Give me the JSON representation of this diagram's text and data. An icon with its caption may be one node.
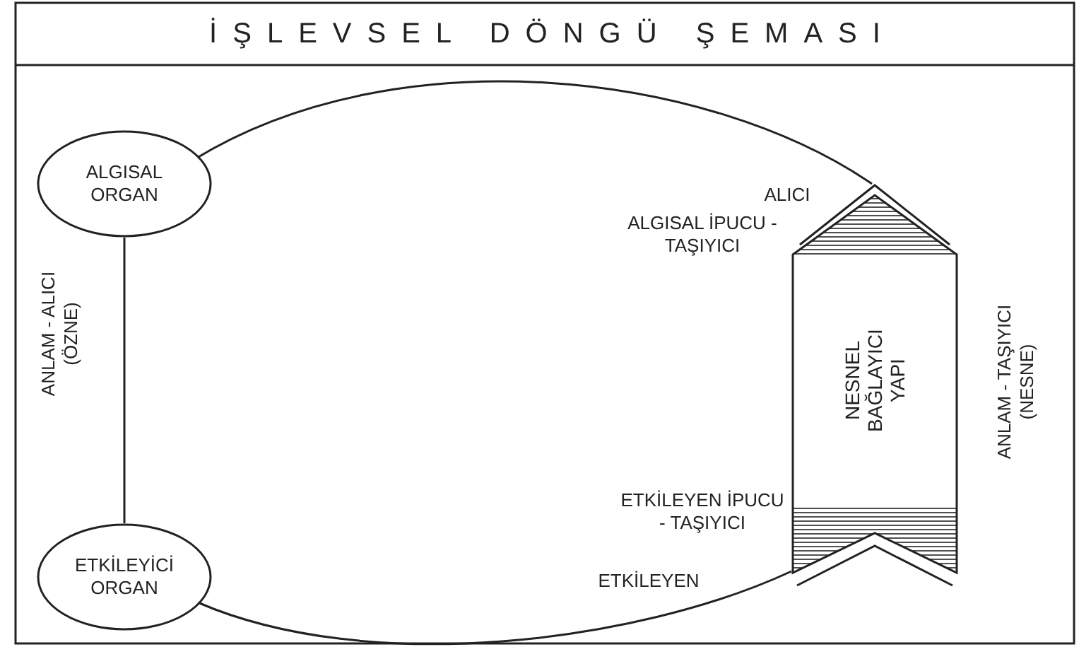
{
  "diagram": {
    "title": "İŞLEVSEL DÖNGÜ ŞEMASI",
    "nodes": [
      {
        "text": [
          "ALGISAL ORGAN"
        ]
      },
      {
        "text": [
          "ETKİLEYİCİ ORGAN"
        ]
      },
      {
        "text": [
          "NESNEL BAĞLAYICI YAPI"
        ]
      }
    ],
    "edges": [
      {
        "from": 0,
        "to": 1,
        "arrow": "none"
      },
      {
        "from": 0,
        "to": 2,
        "arrow": "none"
      },
      {
        "from": 1,
        "to": 2,
        "arrow": "none"
      }
    ],
    "labels": [
      "ANLAM - ALICI (ÖZNE)",
      "ALICI",
      "ALGISAL İPUCU - TAŞIYICI",
      "ANLAM - TAŞIYICI (NESNE)",
      "ETKİLEYEN İPUCU - TAŞIYICI",
      "ETKİLEYEN"
    ]
  }
}
